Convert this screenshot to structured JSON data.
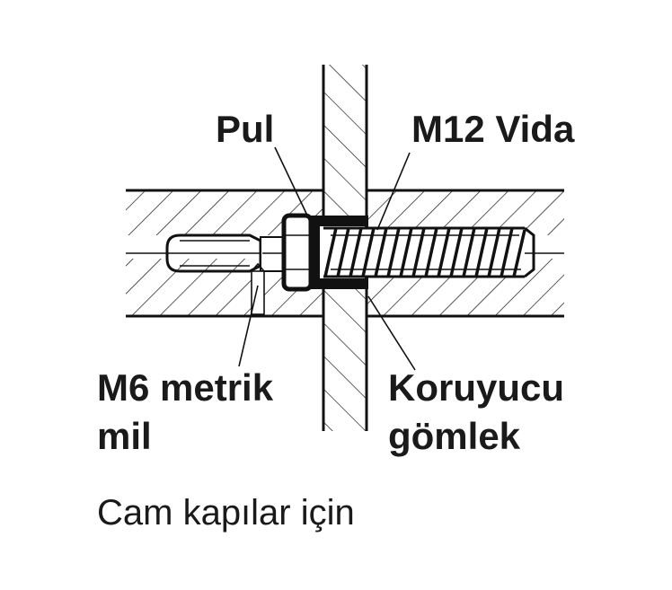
{
  "labels": {
    "washer": "Pul",
    "screw": "M12 Vida",
    "shaft_line1": "M6 metrik",
    "shaft_line2": "mil",
    "sleeve_line1": "Koruyucu",
    "sleeve_line2": "gömlek"
  },
  "caption": "Cam kapılar için",
  "colors": {
    "ink": "#111111",
    "background": "#ffffff"
  }
}
